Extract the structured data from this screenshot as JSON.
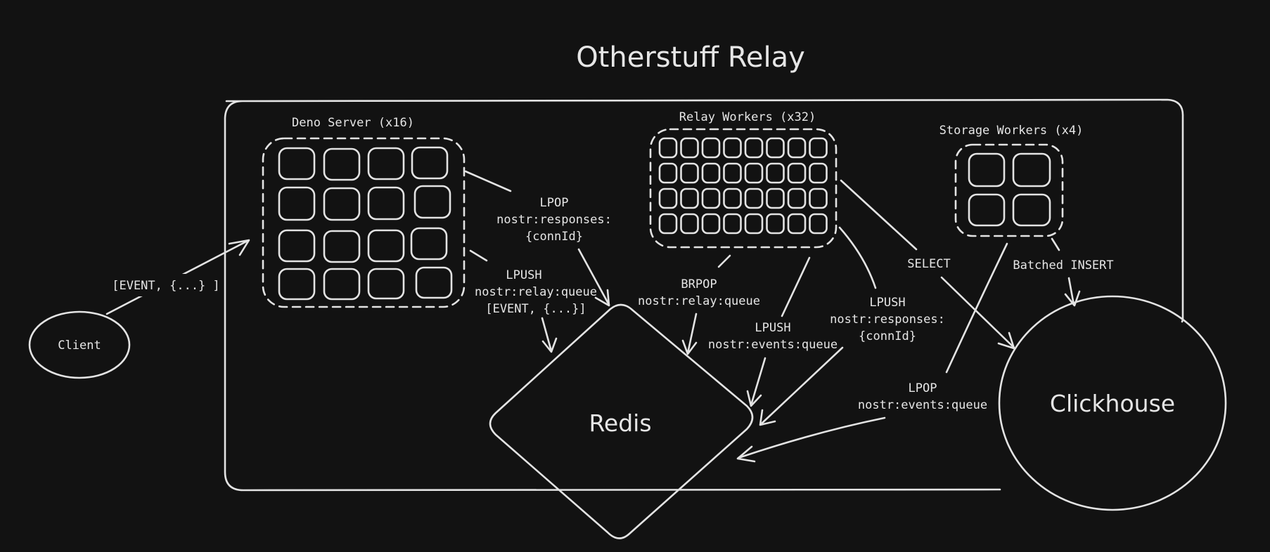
{
  "title": "Otherstuff Relay",
  "nodes": {
    "client": "Client",
    "redis": "Redis",
    "clickhouse": "Clickhouse"
  },
  "groups": {
    "deno": "Deno Server (x16)",
    "relay_workers": "Relay Workers (x32)",
    "storage_workers": "Storage Workers (x4)"
  },
  "edges": {
    "client_event": "[EVENT, {...} ]",
    "lpop_responses": [
      "LPOP",
      "nostr:responses:",
      "{connId}"
    ],
    "lpush_relay": [
      "LPUSH",
      "nostr:relay:queue",
      "[EVENT, {...}]"
    ],
    "brpop": [
      "BRPOP",
      "nostr:relay:queue"
    ],
    "lpush_events": [
      "LPUSH",
      "nostr:events:queue"
    ],
    "lpush_responses": [
      "LPUSH",
      "nostr:responses:",
      "{connId}"
    ],
    "select": "SELECT",
    "batched_insert": "Batched INSERT",
    "lpop_events": [
      "LPOP",
      "nostr:events:queue"
    ]
  }
}
